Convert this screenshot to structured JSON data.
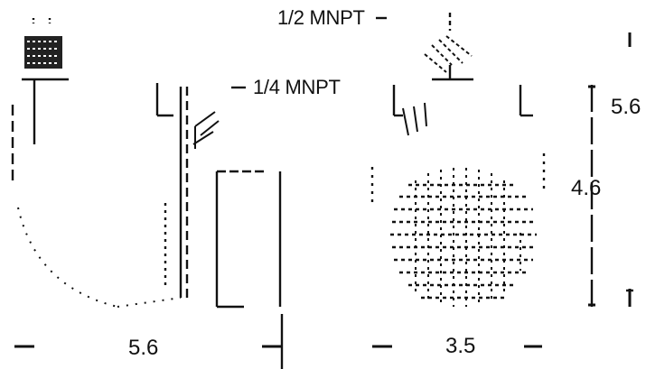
{
  "callouts": {
    "top_port": "1/2 MNPT",
    "side_port": "1/4 MNPT"
  },
  "dimensions": {
    "left_view_width": "5.6",
    "right_view_width": "3.5",
    "overall_height": "5.6",
    "inner_height": "4.6"
  },
  "style": {
    "line_color": "#111111",
    "background": "#ffffff"
  }
}
